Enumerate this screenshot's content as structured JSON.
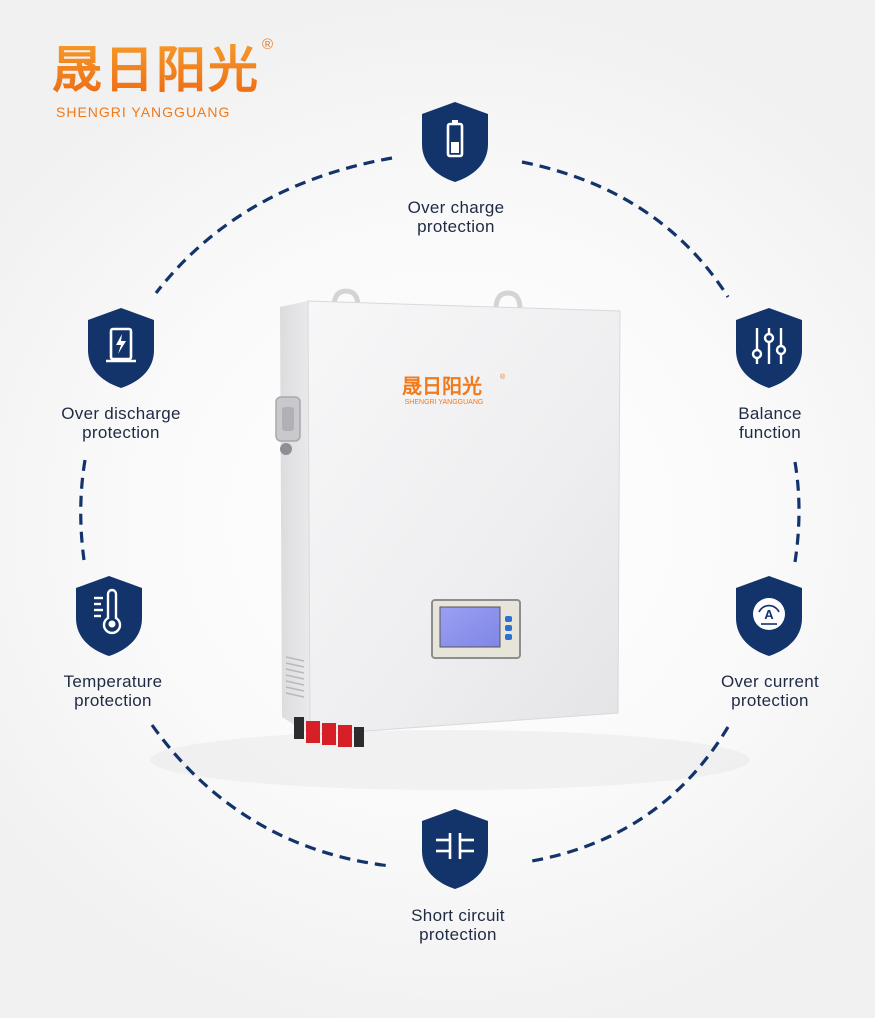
{
  "brand": {
    "name_cn": "晟日阳光",
    "name_en": "SHENGRI YANGGUANG",
    "registered_mark": "®"
  },
  "features": [
    {
      "id": "over-charge",
      "line1": "Over charge",
      "line2": "protection",
      "icon": "battery-icon"
    },
    {
      "id": "balance",
      "line1": "Balance",
      "line2": "function",
      "icon": "sliders-icon"
    },
    {
      "id": "over-current",
      "line1": "Over current",
      "line2": "protection",
      "icon": "ammeter-icon"
    },
    {
      "id": "short-circuit",
      "line1": "Short circuit",
      "line2": "protection",
      "icon": "circuit-break-icon"
    },
    {
      "id": "temperature",
      "line1": "Temperature",
      "line2": "protection",
      "icon": "thermometer-icon"
    },
    {
      "id": "over-discharge",
      "line1": "Over discharge",
      "line2": "protection",
      "icon": "discharge-icon"
    }
  ],
  "colors": {
    "navy": "#13336b",
    "brand_orange": "#f07a1c",
    "label_text": "#1f2a44",
    "screen_blue": "#8f96ee"
  }
}
